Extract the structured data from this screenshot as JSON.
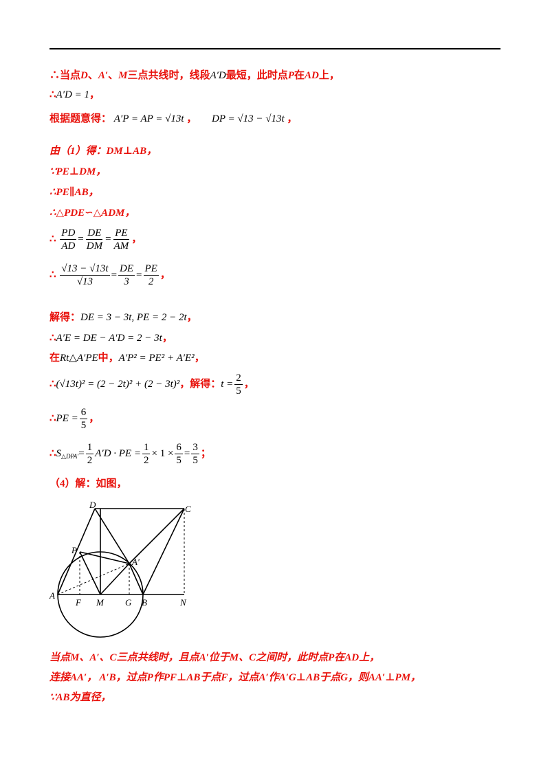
{
  "lines": {
    "l1": "∴当点D、A′、M三点共线时，线段A′D最短，此时点P在AD上，",
    "l1_a": "∴当点",
    "l1_b": "D",
    "l1_c": "、",
    "l1_d": "A′",
    "l1_e": "、",
    "l1_f": "M",
    "l1_g": "三点共线时，线段",
    "l1_h": "A′D",
    "l1_i": "最短，此时点",
    "l1_j": "P",
    "l1_k": "在",
    "l1_l": "AD",
    "l1_m": "上，",
    "l2_pre": "∴",
    "l2_math": "A′D = 1",
    "l2_post": "，",
    "l3_pre": "根据题意得：",
    "l3_m1": "A′P = AP = √13t",
    "l3_sep": "，",
    "l3_m2": "DP = √13 − √13t",
    "l3_post": "，",
    "l4": "由（1）得：DM⊥AB，",
    "l5": "∵PE⊥DM，",
    "l6": "∴PE∥AB，",
    "l7": "∴△PDE∽△ADM，",
    "l8_pre": "∴",
    "l8_f1n": "PD",
    "l8_f1d": "AD",
    "l8_f2n": "DE",
    "l8_f2d": "DM",
    "l8_f3n": "PE",
    "l8_f3d": "AM",
    "l8_post": "，",
    "l9_pre": "∴",
    "l9_f1n": "√13 − √13t",
    "l9_f1d": "√13",
    "l9_f2n": "DE",
    "l9_f2d": "3",
    "l9_f3n": "PE",
    "l9_f3d": "2",
    "l9_post": "，",
    "l10_pre": "解得：",
    "l10_math": "DE = 3 − 3t, PE = 2 − 2t",
    "l10_post": "，",
    "l11_pre": "∴",
    "l11_math": "A′E = DE − A′D = 2 − 3t",
    "l11_post": "，",
    "l12_pre": "在",
    "l12_m1": "Rt△A′PE",
    "l12_mid": "中，",
    "l12_m2": "A′P² = PE² + A′E²",
    "l12_post": "，",
    "l13_pre": "∴",
    "l13_math": "(√13t)² = (2 − 2t)² + (2 − 3t)²",
    "l13_mid": "，解得：",
    "l13_t": "t =",
    "l13_fn": "2",
    "l13_fd": "5",
    "l13_post": "，",
    "l14_pre": "∴",
    "l14_m": "PE =",
    "l14_fn": "6",
    "l14_fd": "5",
    "l14_post": "，",
    "l15_pre": "∴",
    "l15_s": "S",
    "l15_sub": "△DPA′",
    "l15_eq": "=",
    "l15_f1n": "1",
    "l15_f1d": "2",
    "l15_m1": "A′D · PE =",
    "l15_f2n": "1",
    "l15_f2d": "2",
    "l15_m2": "× 1 ×",
    "l15_f3n": "6",
    "l15_f3d": "5",
    "l15_f4n": "3",
    "l15_f4d": "5",
    "l15_post": "；",
    "l16": "（4）解：如图，",
    "l17": "当点M、A′、C三点共线时，且点A′位于M、C之间时，此时点P在AD上，",
    "l18": "连接AA′，  A′B，过点P作PF⊥AB于点F，过点A′作A′G⊥AB于点G，则AA′⊥PM，",
    "l19": "∵AB为直径，"
  },
  "figure": {
    "labels": {
      "D": "D",
      "C": "C",
      "P": "P",
      "A2": "A′",
      "A": "A",
      "F": "F",
      "M": "M",
      "G": "G",
      "B": "B",
      "N": "N"
    }
  },
  "colors": {
    "accent": "#e8120c",
    "text": "#000000"
  }
}
